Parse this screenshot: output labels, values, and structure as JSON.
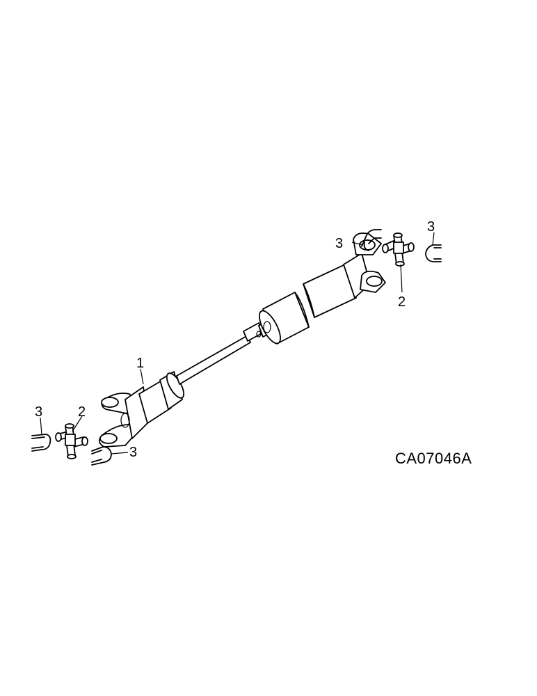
{
  "diagram": {
    "drawing_code": "CA07046A",
    "callouts": {
      "shaft": "1",
      "cross_right": "2",
      "cross_left": "2",
      "bolt_right_a": "3",
      "bolt_right_b": "3",
      "bolt_left_a": "3",
      "bolt_left_b": "3"
    }
  }
}
